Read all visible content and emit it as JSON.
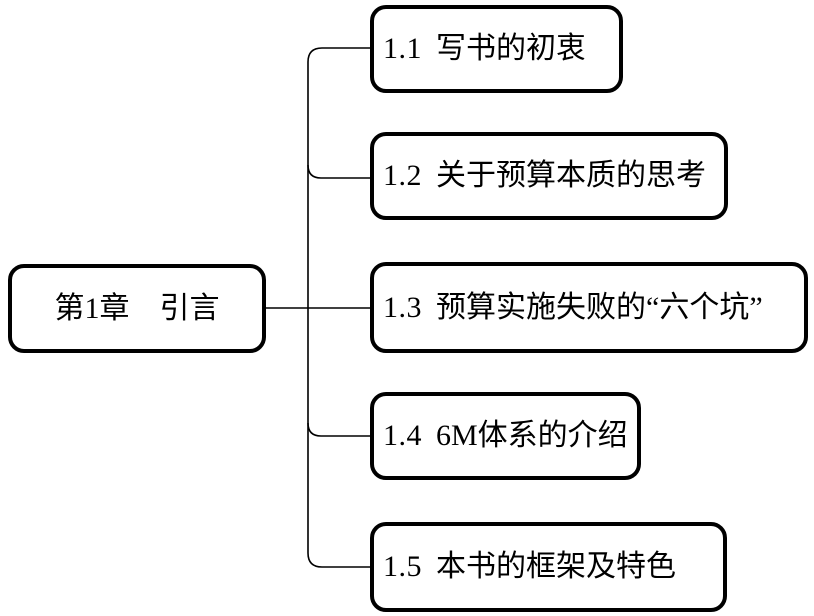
{
  "diagram": {
    "type": "tree",
    "direction": "left-to-right",
    "root": {
      "label": "第1章　引言"
    },
    "children": [
      {
        "number": "1.1",
        "title": "写书的初衷"
      },
      {
        "number": "1.2",
        "title": "关于预算本质的思考"
      },
      {
        "number": "1.3",
        "title": "预算实施失败的“六个坑”"
      },
      {
        "number": "1.4",
        "title": "6M体系的介绍"
      },
      {
        "number": "1.5",
        "title": "本书的框架及特色"
      }
    ],
    "colors": {
      "background": "#ffffff",
      "box_border": "#000000",
      "connector": "#000000",
      "text": "#000000"
    }
  }
}
